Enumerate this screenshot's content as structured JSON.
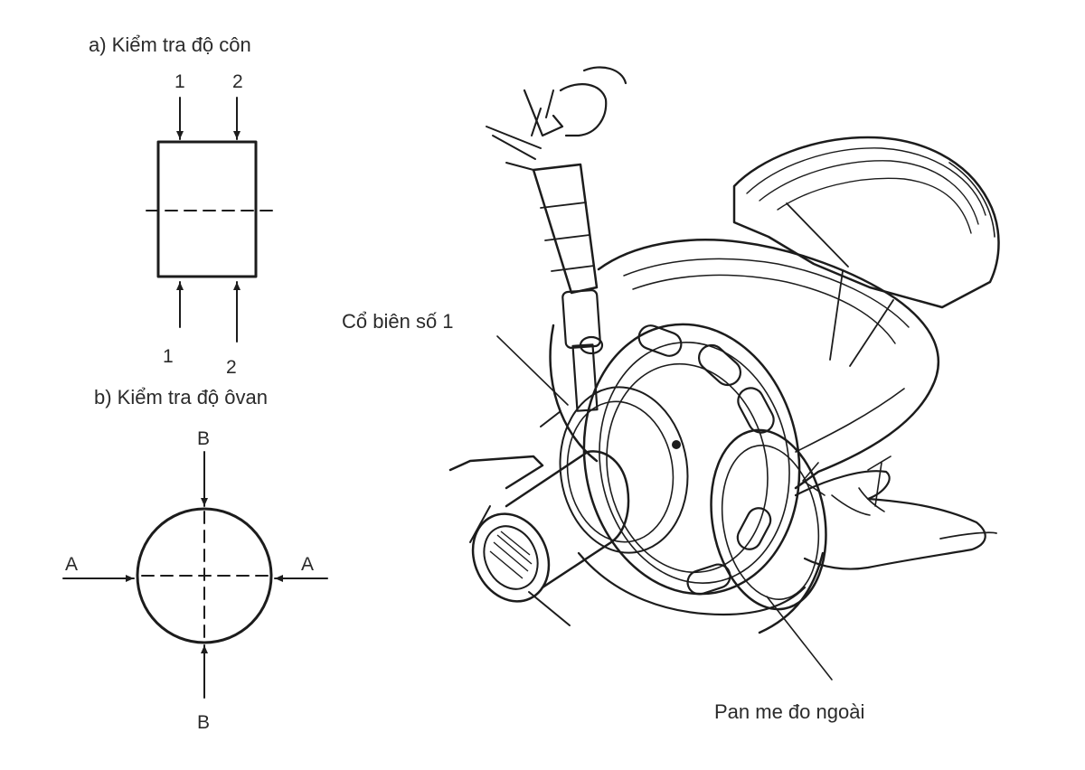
{
  "taper_check": {
    "caption": "a) Kiểm tra độ côn",
    "top_marks": [
      "1",
      "2"
    ],
    "bottom_marks": [
      "1",
      "2"
    ]
  },
  "ovality_check": {
    "caption": "b) Kiểm tra độ ôvan",
    "top_mark": "B",
    "bottom_mark": "B",
    "left_mark": "A",
    "right_mark": "A"
  },
  "illustration": {
    "callout_journal": "Cổ biên số 1",
    "callout_micrometer": "Pan me đo ngoài"
  }
}
